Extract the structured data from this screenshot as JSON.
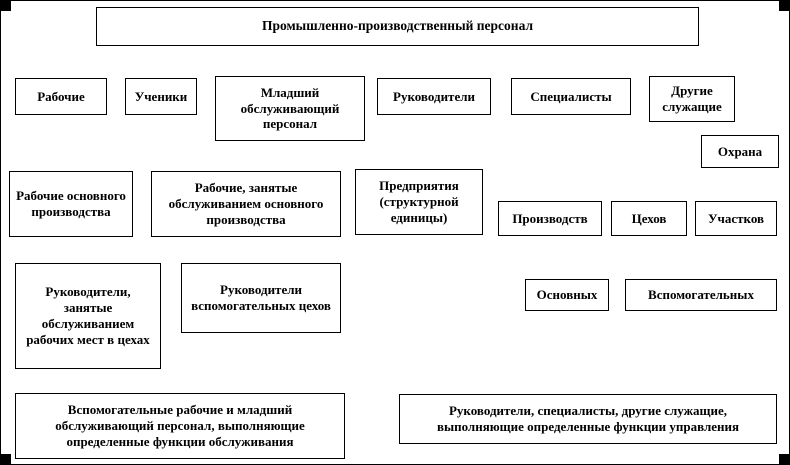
{
  "diagram": {
    "title": "Промышленно-производственный  персонал",
    "nodes": {
      "workers": "Рабочие",
      "apprentices": "Ученики",
      "junior_service_personnel": "Младший обслуживающий персонал",
      "managers": "Руководители",
      "specialists": "Специалисты",
      "other_employees": "Другие служащие",
      "security": "Охрана",
      "main_production_workers": "Рабочие основного производства",
      "workers_serving_main_production": "Рабочие, занятые обслуживанием основного производства",
      "enterprise_structural_unit": "Предприятия (структурной единицы)",
      "of_productions": "Производств",
      "of_shops": "Цехов",
      "of_sections": "Участков",
      "managers_serving_workplaces": "Руководители, занятые обслуживанием рабочих мест в цехах",
      "managers_auxiliary_shops": "Руководители вспомогательных цехов",
      "of_main": "Основных",
      "of_auxiliary": "Вспомогательных",
      "auxiliary_workers_functions": "Вспомогательные рабочие и младший обслуживающий персонал, выполняющие определенные функции обслуживания",
      "managers_specialists_functions": "Руководители, специалисты, другие служащие, выполняющие определенные функции управления"
    }
  }
}
